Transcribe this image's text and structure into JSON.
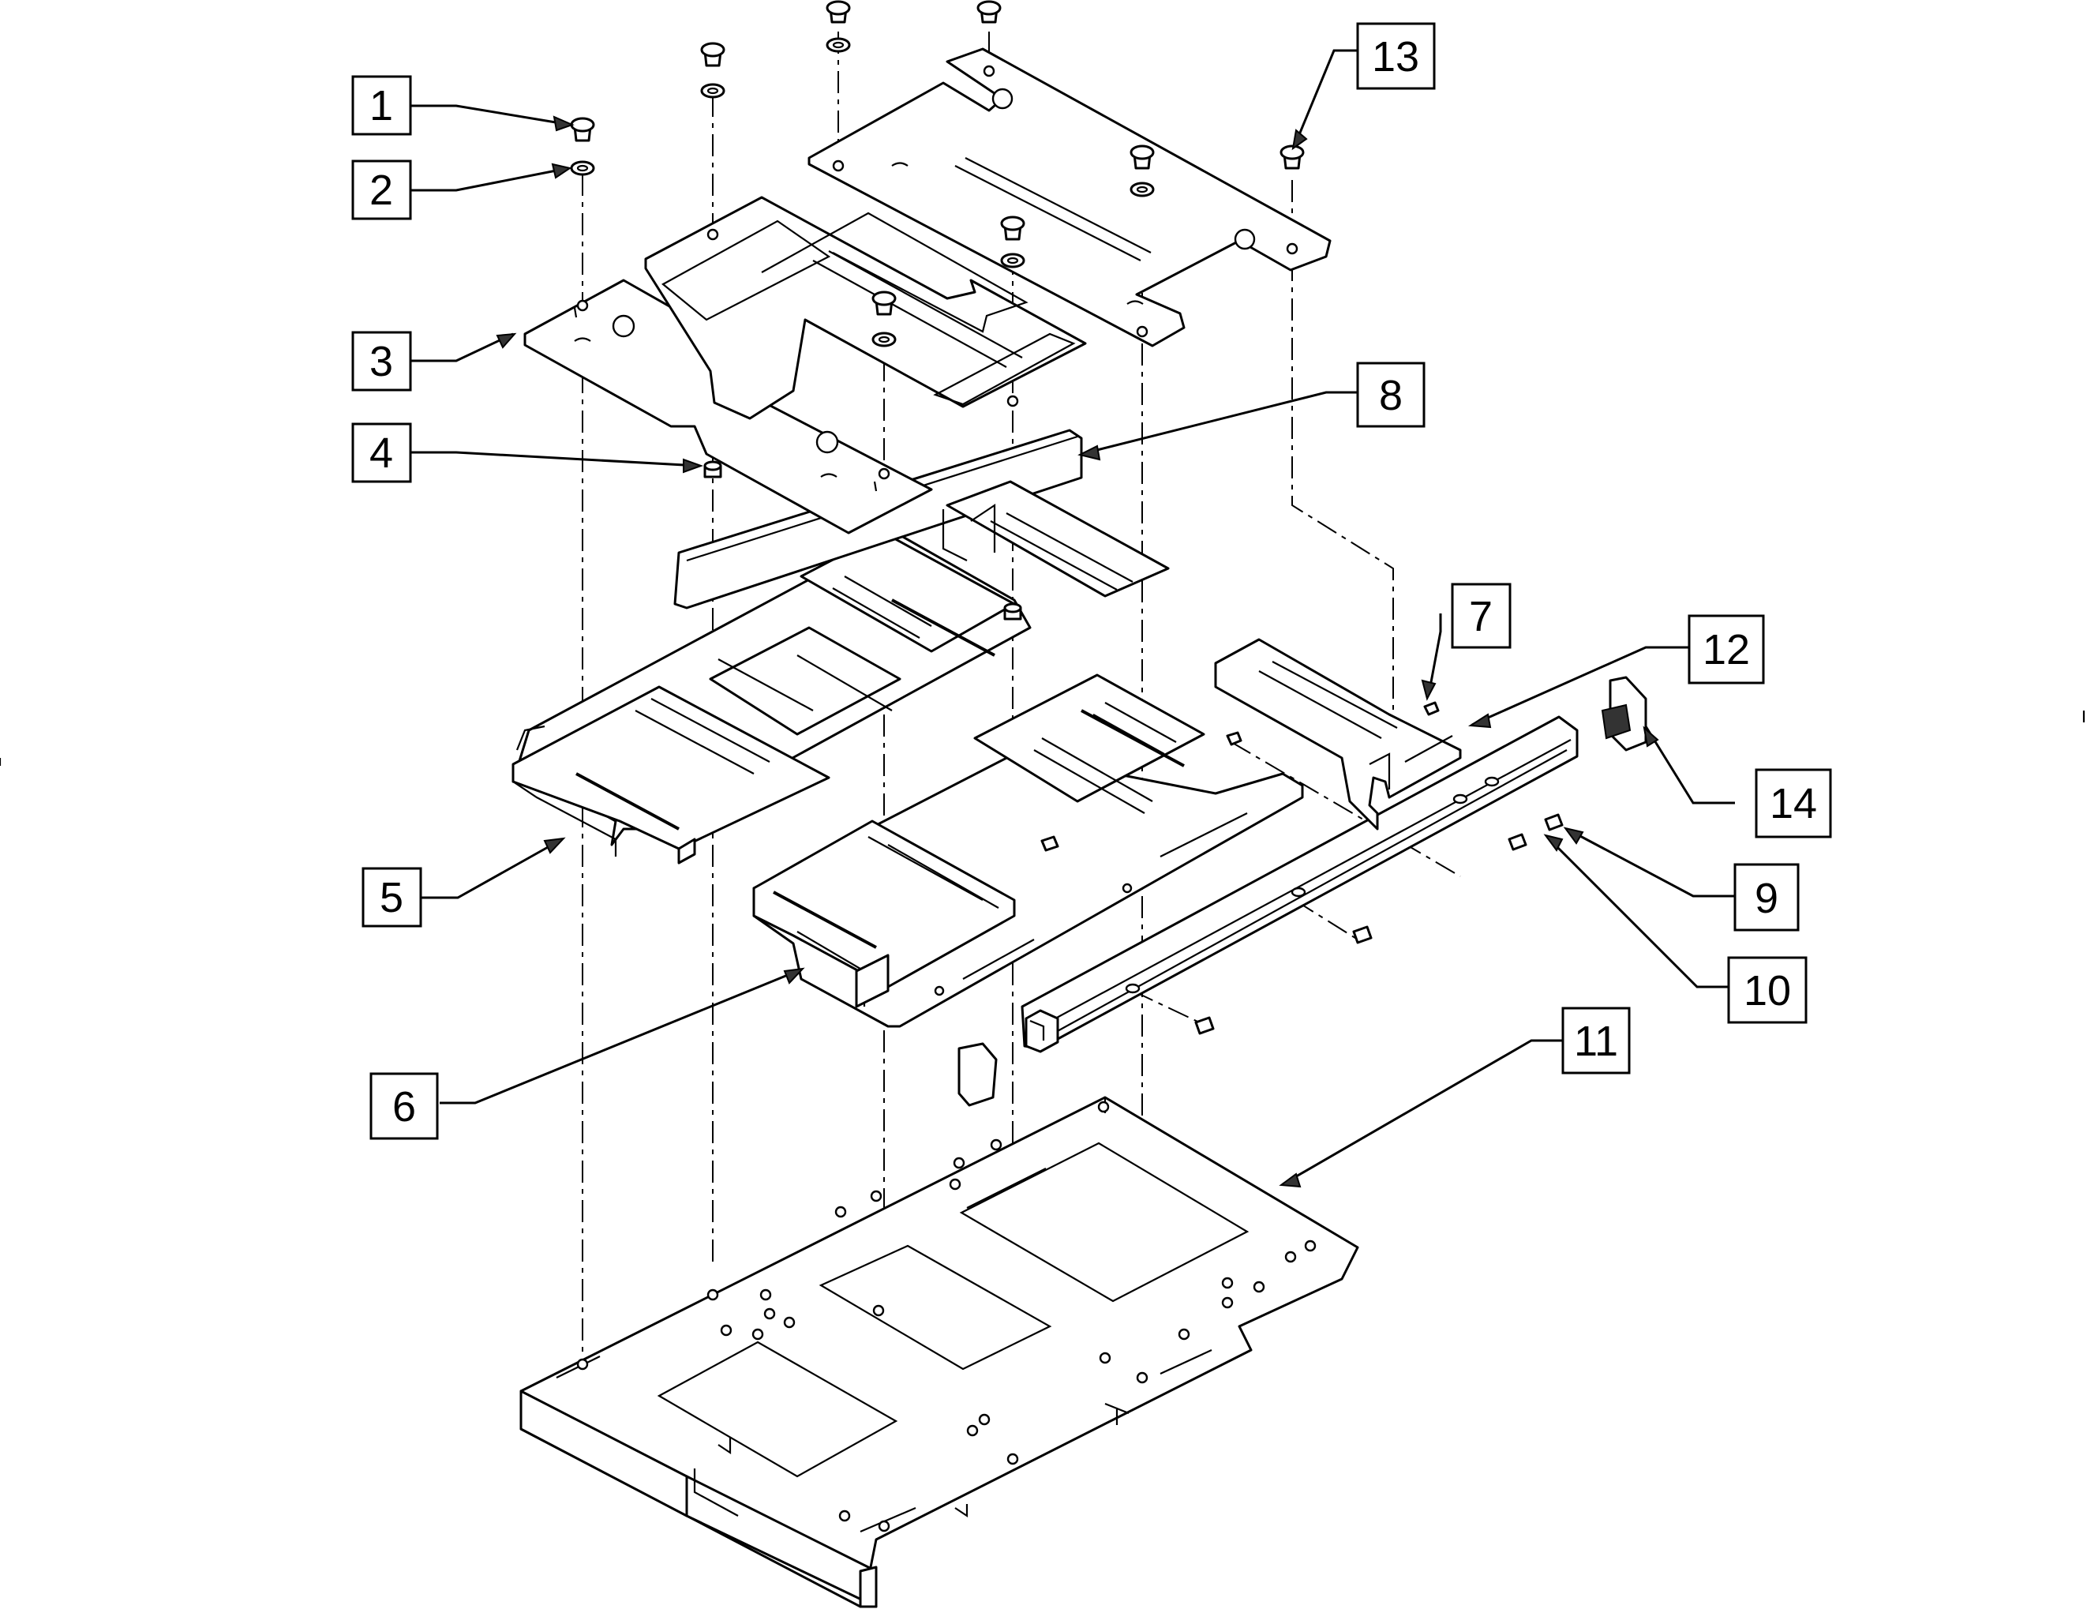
{
  "diagram": {
    "colors": {
      "line": "#000000",
      "background": "#ffffff"
    },
    "callouts": [
      {
        "id": "1",
        "label": "1"
      },
      {
        "id": "2",
        "label": "2"
      },
      {
        "id": "3",
        "label": "3"
      },
      {
        "id": "4",
        "label": "4"
      },
      {
        "id": "5",
        "label": "5"
      },
      {
        "id": "6",
        "label": "6"
      },
      {
        "id": "7",
        "label": "7"
      },
      {
        "id": "8",
        "label": "8"
      },
      {
        "id": "9",
        "label": "9"
      },
      {
        "id": "10",
        "label": "10"
      },
      {
        "id": "11",
        "label": "11"
      },
      {
        "id": "12",
        "label": "12"
      },
      {
        "id": "13",
        "label": "13"
      },
      {
        "id": "14",
        "label": "14"
      }
    ]
  }
}
